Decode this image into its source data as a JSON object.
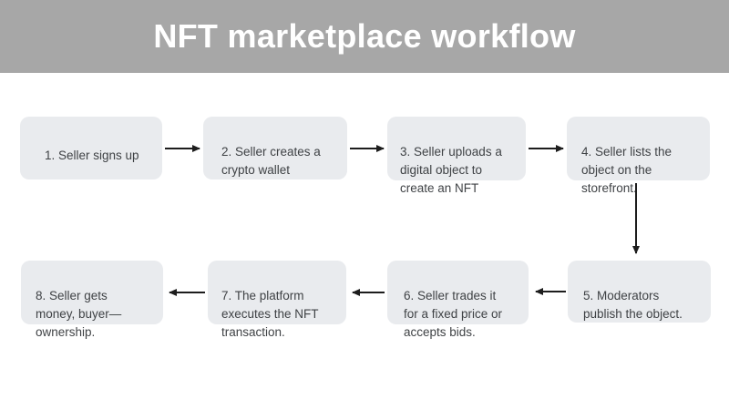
{
  "header": {
    "title": "NFT marketplace workflow",
    "background_color": "#a7a7a7",
    "text_color": "#ffffff"
  },
  "flowchart": {
    "box_fill_color": "#e9ebee",
    "box_text_color": "#3f4245",
    "arrow_color": "#1d1d1d",
    "canvas_color": "#ffffff",
    "steps": [
      {
        "label": "1. Seller signs up"
      },
      {
        "label": "2. Seller creates a\ncrypto wallet"
      },
      {
        "label": "3. Seller uploads a\ndigital object to\ncreate an NFT"
      },
      {
        "label": "4. Seller lists the\nobject on the\nstorefront."
      },
      {
        "label": "5. Moderators\npublish the object."
      },
      {
        "label": "6. Seller trades it\nfor a fixed price or\naccepts bids."
      },
      {
        "label": "7. The platform\nexecutes the NFT\ntransaction."
      },
      {
        "label": "8. Seller gets\nmoney, buyer—\nownership."
      }
    ],
    "connections": [
      {
        "from": 1,
        "to": 2,
        "direction": "right"
      },
      {
        "from": 2,
        "to": 3,
        "direction": "right"
      },
      {
        "from": 3,
        "to": 4,
        "direction": "right"
      },
      {
        "from": 4,
        "to": 5,
        "direction": "down"
      },
      {
        "from": 5,
        "to": 6,
        "direction": "left"
      },
      {
        "from": 6,
        "to": 7,
        "direction": "left"
      },
      {
        "from": 7,
        "to": 8,
        "direction": "left"
      }
    ]
  }
}
